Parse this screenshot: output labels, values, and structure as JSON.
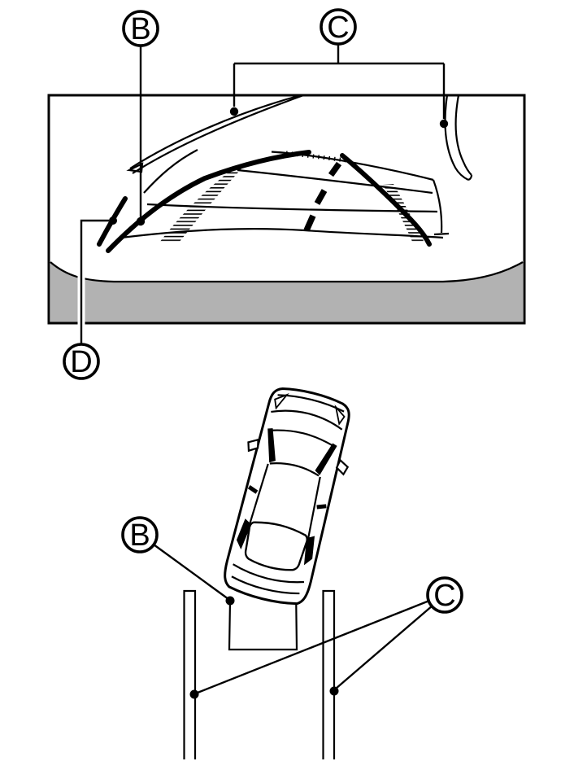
{
  "diagram": {
    "background": "#ffffff",
    "line_color": "#000000",
    "bumper_color": "#b2b2b2"
  },
  "camera_view": {
    "label_b": "B",
    "label_c": "C",
    "label_d": "D"
  },
  "overhead_view": {
    "label_b": "B",
    "label_c": "C"
  }
}
